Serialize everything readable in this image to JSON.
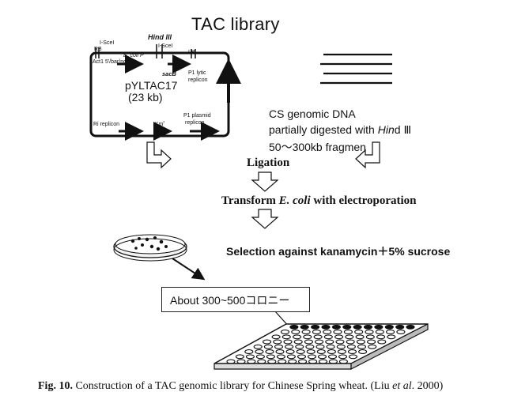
{
  "title": "TAC library",
  "plasmid": {
    "name": "pYLTAC17",
    "size": "(23 kb)",
    "labels": {
      "rb": "RB",
      "iscel_left": "I-SceI",
      "act1": "Act1 5'/bar/nos 3'",
      "ecoli_p": "E. coli P",
      "hindiii": "Hind III",
      "iscel_right": "I-SceI",
      "sacb": "sacB",
      "lb": "LB",
      "p1_lytic": "P1 lytic",
      "replicon1": "replicon",
      "ri_replicon": "Ri replicon",
      "km": "Km",
      "km_sup": "r",
      "p1_plasmid": "P1 plasmid",
      "replicon2": "replicon"
    }
  },
  "dna": {
    "line1": "CS genomic DNA",
    "line2_prefix": "partially digested with ",
    "line2_italic": "Hin",
    "line2_suffix": "d Ⅲ",
    "line3": "50〜300kb fragmen"
  },
  "steps": {
    "ligation": "Ligation",
    "transform_prefix": "Transform ",
    "transform_italic": "E. coli",
    "transform_suffix": " with electroporation",
    "selection": "Selection against kanamycin＋5% sucrose"
  },
  "about": "About 300~500コロニー",
  "caption": {
    "fig": "Fig. 10.",
    "text": " Construction of a TAC genomic library for Chinese Spring wheat. (Liu ",
    "et_al": "et al",
    "year": ". 2000)"
  },
  "colors": {
    "ink": "#111111",
    "paper": "#ffffff"
  },
  "icons": [
    "hollow-arrow-down-right-icon",
    "hollow-arrow-down-left-icon",
    "hollow-arrow-down-icon",
    "pointer-arrow-icon"
  ]
}
